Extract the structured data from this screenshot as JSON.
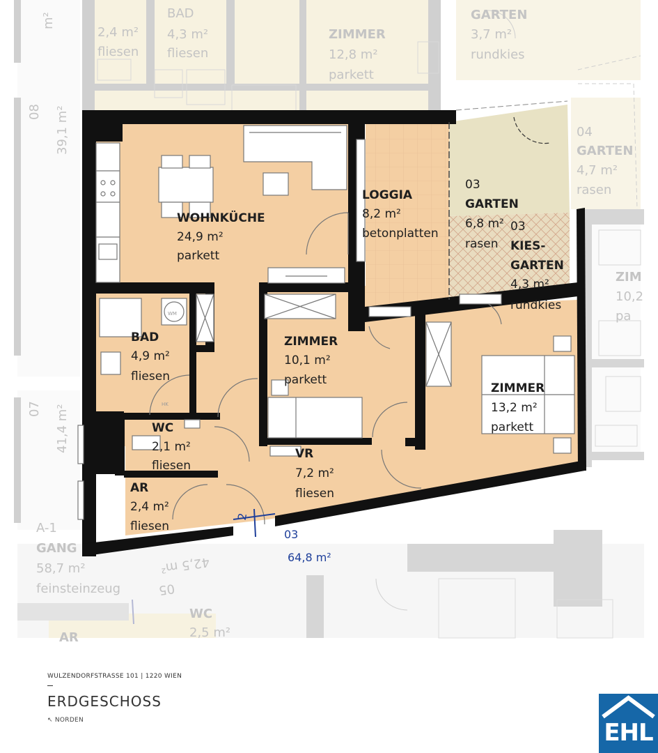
{
  "rooms": [
    {
      "id": "wohnkueche",
      "name": "WOHNKÜCHE",
      "area": "24,9 m²",
      "floor": "parkett"
    },
    {
      "id": "loggia",
      "name": "LOGGIA",
      "area": "8,2 m²",
      "floor": "betonplatten"
    },
    {
      "id": "garten",
      "number": "03",
      "name": "GARTEN",
      "area": "6,8 m²",
      "floor": "rasen"
    },
    {
      "id": "kiesgarten",
      "number": "03",
      "name": "KIES-",
      "name2": "GARTEN",
      "area": "4,3 m²",
      "floor": "rundkies"
    },
    {
      "id": "bad",
      "name": "BAD",
      "area": "4,9 m²",
      "floor": "fliesen"
    },
    {
      "id": "zimmer1",
      "name": "ZIMMER",
      "area": "10,1 m²",
      "floor": "parkett"
    },
    {
      "id": "zimmer2",
      "name": "ZIMMER",
      "area": "13,2 m²",
      "floor": "parkett"
    },
    {
      "id": "wc",
      "name": "WC",
      "area": "2,1 m²",
      "floor": "fliesen"
    },
    {
      "id": "vr",
      "name": "VR",
      "area": "7,2 m²",
      "floor": "fliesen"
    },
    {
      "id": "ar",
      "name": "AR",
      "area": "2,4 m²",
      "floor": "fliesen"
    }
  ],
  "unit": {
    "number": "03",
    "area": "64,8 m²",
    "entrance_mark": "2"
  },
  "neighbors": {
    "top_wc": {
      "area": "2,4 m²",
      "floor": "fliesen"
    },
    "top_bad": {
      "name": "BAD",
      "area": "4,3 m²",
      "floor": "fliesen"
    },
    "top_zimmer": {
      "name": "ZIMMER",
      "area": "12,8 m²",
      "floor": "parkett"
    },
    "top_garten": {
      "name": "GARTEN",
      "area": "3,7 m²",
      "floor": "rundkies"
    },
    "garten04": {
      "number": "04",
      "name": "GARTEN",
      "area": "4,7 m²",
      "floor": "rasen"
    },
    "right_zimmer": {
      "name": "ZIM",
      "area": "10,2",
      "floor": "pa"
    },
    "unit08": {
      "number": "08",
      "area": "39,1 m²"
    },
    "unit07": {
      "number": "07",
      "area": "41,4 m²"
    },
    "unit05": {
      "number": "05",
      "area": "42,5 m²"
    },
    "gang": {
      "name": "A-1",
      "name2": "GANG",
      "area": "58,7 m²",
      "floor": "feinsteinzeug"
    },
    "bottom_wc": {
      "name": "WC",
      "area": "2,5 m²"
    },
    "bottom_ar": {
      "name": "AR"
    },
    "top_m2": "m²",
    "wm": "WM",
    "hk": "HK"
  },
  "footer": {
    "address": "WULZENDORFSTRASSE 101 | 1220 WIEN",
    "floor_name": "ERDGESCHOSS",
    "north_arrow": "↖",
    "north": "NORDEN"
  },
  "logo": {
    "text": "EHL"
  },
  "colors": {
    "room": "#f4cfa3",
    "garden": "#e8e2c4",
    "wall": "#111111",
    "neighbor": "#f7f2e0",
    "neighbor_wall": "#d0d0d0",
    "dimension": "#1e3f9a",
    "logo": "#1667a8"
  }
}
